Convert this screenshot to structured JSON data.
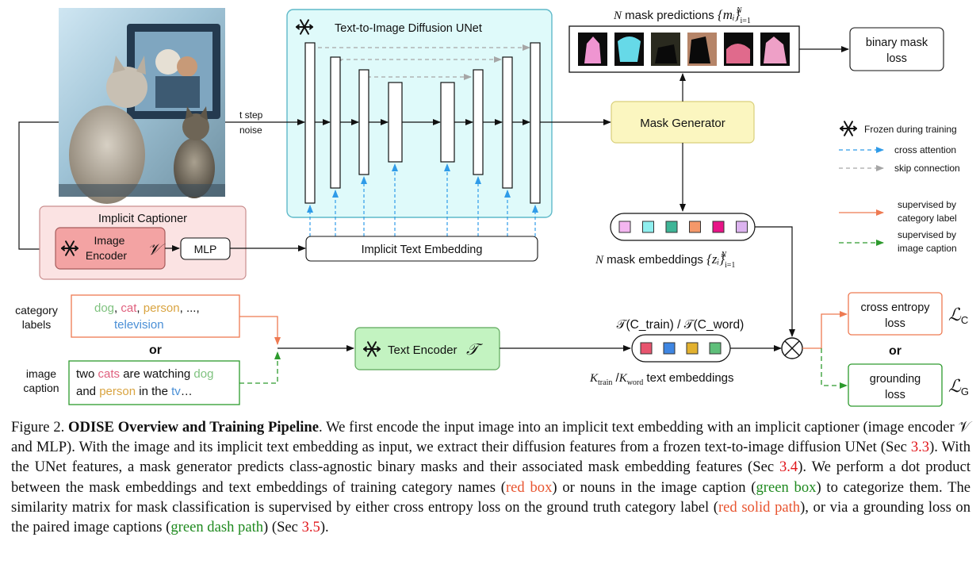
{
  "figure": {
    "unet_title": "Text-to-Image Diffusion UNet",
    "t_step": "t step",
    "noise": "noise",
    "implicit_captioner": "Implicit Captioner",
    "image_encoder_line1": "Image",
    "image_encoder_line2": "Encoder",
    "image_encoder_symbol": "𝒱",
    "mlp": "MLP",
    "implicit_text_embedding": "Implicit Text Embedding",
    "mask_predictions_label": "N mask predictions {m_i}_{i=1}^N",
    "mask_predictions_prefix": "N",
    "mask_predictions_text": " mask predictions ",
    "mask_predictions_math": "{mᵢ}",
    "mask_predictions_sub": "i=1",
    "mask_predictions_sup": "N",
    "binary_mask_loss_line1": "binary mask",
    "binary_mask_loss_line2": "loss",
    "mask_generator": "Mask Generator",
    "mask_embeddings_prefix": "N",
    "mask_embeddings_text": " mask embeddings ",
    "mask_embeddings_math": "{zᵢ}",
    "mask_embeddings_sub": "i=1",
    "mask_embeddings_sup": "N",
    "legend": {
      "frozen": "Frozen during training",
      "cross_attention": "cross attention",
      "skip_connection": "skip connection",
      "supervised_category_line1": "supervised by",
      "supervised_category_line2": "category label",
      "supervised_caption_line1": "supervised by",
      "supervised_caption_line2": "image caption"
    },
    "category_labels_line1": "category",
    "category_labels_line2": "labels",
    "category_words": [
      {
        "text": "dog",
        "color": "#7fc27f"
      },
      {
        "text": ", ",
        "color": "#111111"
      },
      {
        "text": "cat",
        "color": "#e0607e"
      },
      {
        "text": ", ",
        "color": "#111111"
      },
      {
        "text": "person",
        "color": "#d9a441"
      },
      {
        "text": ", ..., ",
        "color": "#111111"
      }
    ],
    "category_word_television": "television",
    "or_1": "or",
    "image_caption_line1": "image",
    "image_caption_line2": "caption",
    "caption_line1_words": [
      {
        "text": "two ",
        "color": "#111111"
      },
      {
        "text": "cats",
        "color": "#e0607e"
      },
      {
        "text": " are watching ",
        "color": "#111111"
      },
      {
        "text": "dog",
        "color": "#7fc27f"
      }
    ],
    "caption_line2_words": [
      {
        "text": "and ",
        "color": "#111111"
      },
      {
        "text": "person",
        "color": "#d9a441"
      },
      {
        "text": " in the ",
        "color": "#111111"
      },
      {
        "text": "tv",
        "color": "#4a8fd6"
      },
      {
        "text": "…",
        "color": "#111111"
      }
    ],
    "text_encoder": "Text Encoder",
    "text_encoder_symbol": "𝒯",
    "text_embed_top": "𝒯(C_train) / 𝒯(C_word)",
    "text_embed_bottom_k1": "K",
    "text_embed_bottom_sub1": "train",
    "text_embed_bottom_slash": " /",
    "text_embed_bottom_k2": "K",
    "text_embed_bottom_sub2": "word",
    "text_embed_bottom_rest": " text embeddings",
    "cross_entropy_line1": "cross entropy",
    "cross_entropy_line2": "loss",
    "loss_c_symbol": "ℒ",
    "loss_c_sub": "C",
    "or_2": "or",
    "grounding_line1": "grounding",
    "grounding_line2": "loss",
    "loss_g_symbol": "ℒ",
    "loss_g_sub": "G"
  },
  "colors": {
    "unet_fill": "#dffafa",
    "unet_stroke": "#5fb9c9",
    "captioner_fill": "#fbe3e3",
    "captioner_stroke": "#c98e8e",
    "encoder_fill": "#f3a3a3",
    "mask_gen_fill": "#fbf6c0",
    "mask_gen_stroke": "#d9cf7a",
    "text_encoder_fill": "#c3f3c1",
    "text_encoder_stroke": "#5da85b",
    "cross_attention": "#2f9be8",
    "skip": "#a6a6a6",
    "supervised_category": "#ee7a52",
    "supervised_caption": "#2d9a2d",
    "mask_embedding_squares": [
      "#f3b6f0",
      "#8fefef",
      "#3fb597",
      "#f4986a",
      "#e81487",
      "#dcb3ef"
    ],
    "text_embedding_squares": [
      "#e8546e",
      "#3f86e2",
      "#e2b12f",
      "#5fbf7a"
    ]
  },
  "caption": {
    "prefix": "Figure 2. ",
    "title": "ODISE Overview and Training Pipeline",
    "s1": ". We first encode the input image into an implicit text embedding with an implicit captioner (image encoder 𝒱 and MLP). With the image and its implicit text embedding as input, we extract their diffusion features from a frozen text-to-image diffusion UNet (Sec ",
    "ref1": "3.3",
    "s2": "). With the UNet features, a mask generator predicts class-agnostic binary masks and their associated mask embedding features (Sec ",
    "ref2": "3.4",
    "s3": "). We perform a dot product between the mask embeddings and text embeddings of training category names (",
    "red_box": "red box",
    "s4": ") or nouns in the image caption (",
    "green_box": "green box",
    "s5": ") to categorize them. The similarity matrix for mask classification is supervised by either cross entropy loss on the ground truth category label (",
    "red_path": "red solid path",
    "s6": "), or via a grounding loss on the paired image captions (",
    "green_path": "green dash path",
    "s7": ") (Sec ",
    "ref3": "3.5",
    "s8": ")."
  }
}
